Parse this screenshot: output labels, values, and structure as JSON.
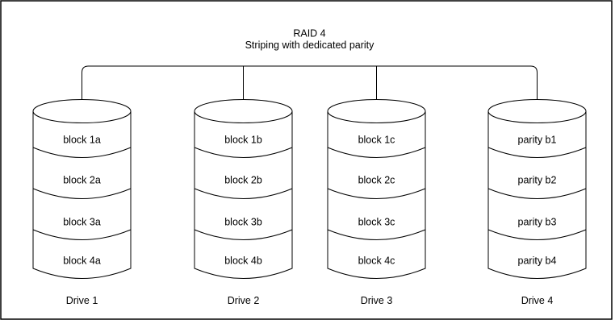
{
  "diagram": {
    "title": "RAID 4",
    "subtitle": "Striping with dedicated parity",
    "drives": [
      {
        "label": "Drive 1",
        "blocks": [
          "block 1a",
          "block 2a",
          "block 3a",
          "block 4a"
        ]
      },
      {
        "label": "Drive 2",
        "blocks": [
          "block 1b",
          "block 2b",
          "block 3b",
          "block 4b"
        ]
      },
      {
        "label": "Drive 3",
        "blocks": [
          "block 1c",
          "block 2c",
          "block 3c",
          "block 4c"
        ]
      },
      {
        "label": "Drive 4",
        "blocks": [
          "parity b1",
          "parity b2",
          "parity b3",
          "parity b4"
        ]
      }
    ],
    "colors": {
      "line": "#000000",
      "shape_fill": "#ffffff",
      "background": "#ffffff",
      "text": "#000000"
    }
  }
}
